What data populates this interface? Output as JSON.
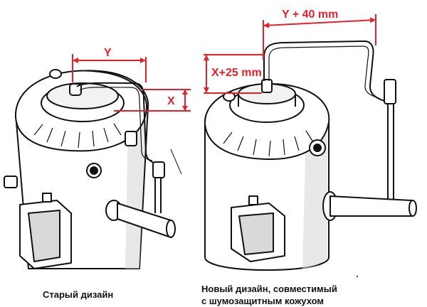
{
  "labels": {
    "old_y": "Y",
    "old_x": "X",
    "new_x": "X+25 mm",
    "new_y": "Y + 40 mm"
  },
  "captions": {
    "old": "Старый дизайн",
    "new_line1": "Новый дизайн, совместимый",
    "new_line2": "с шумозащитным кожухом"
  },
  "colors": {
    "dimension": "#e8202a",
    "outline": "#111111",
    "shade": "#d9d9d9"
  }
}
